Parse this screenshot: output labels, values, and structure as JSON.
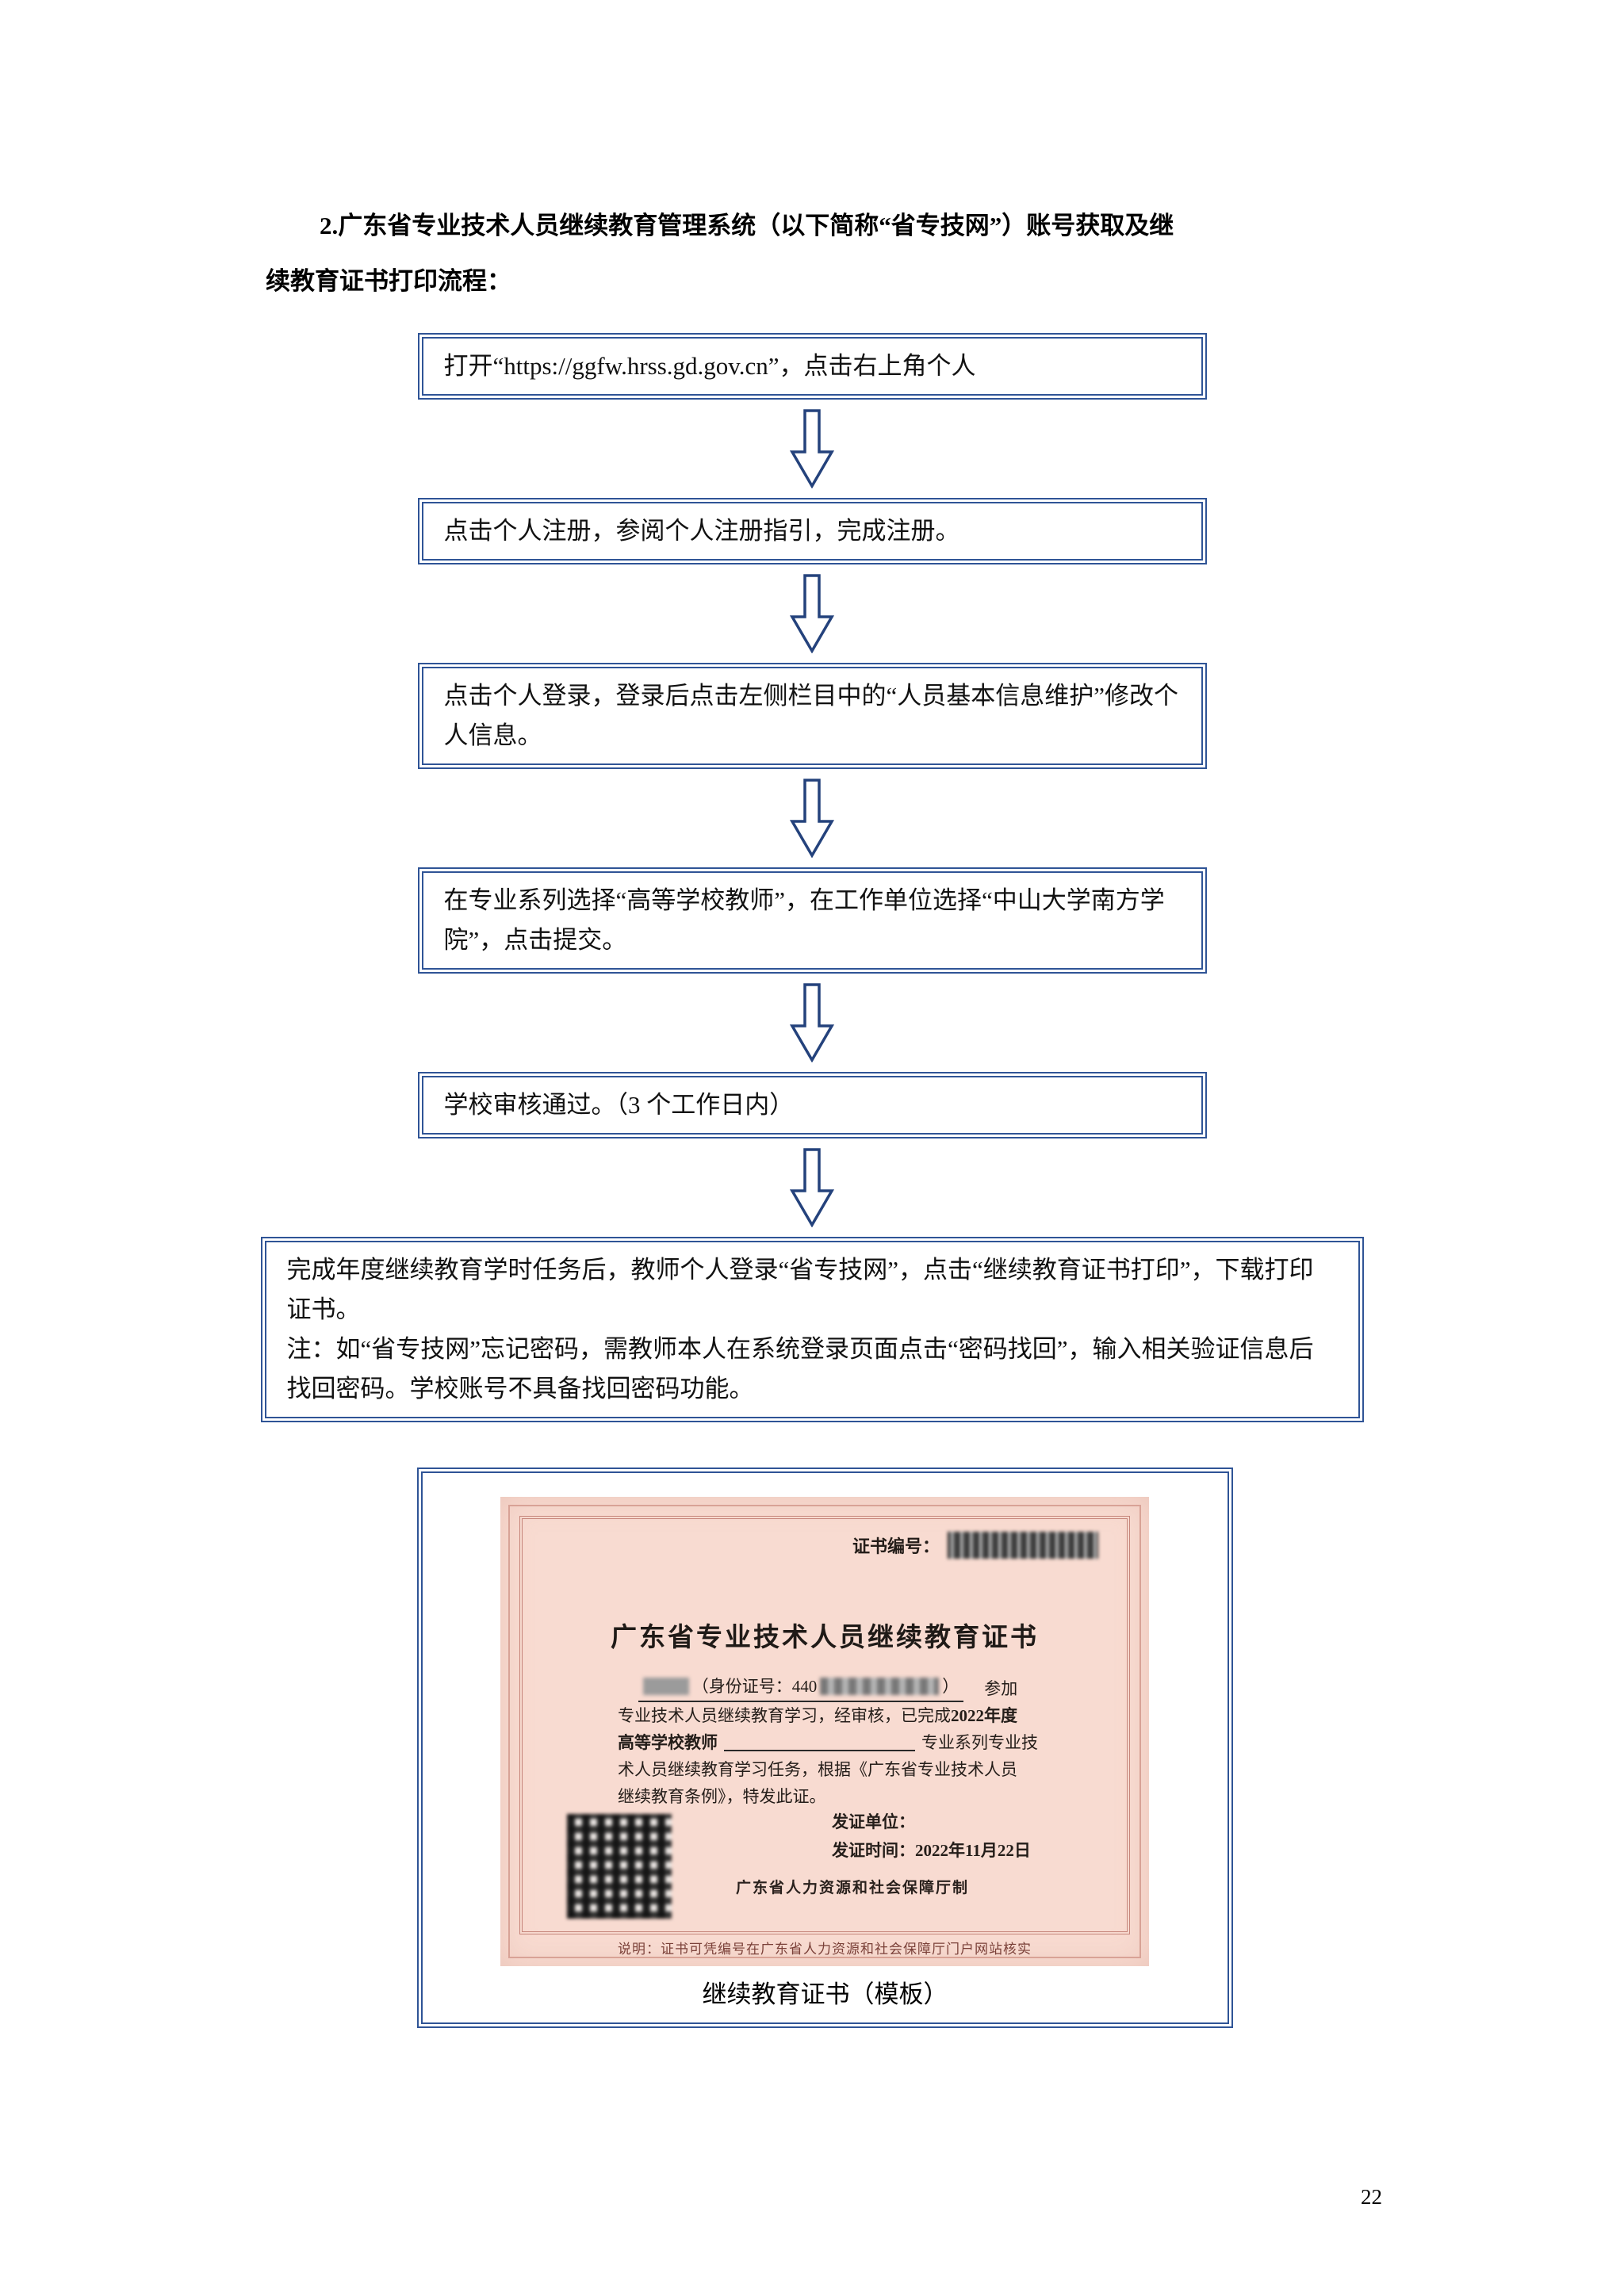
{
  "page": {
    "number": "22"
  },
  "heading": {
    "line1": "2.广东省专业技术人员继续教育管理系统（以下简称“省专技网”）账号获取及继",
    "line2": "续教育证书打印流程："
  },
  "flowchart": {
    "steps": [
      {
        "text": "打开“https://ggfw.hrss.gd.gov.cn”，点击右上角个人"
      },
      {
        "text": "点击个人注册，参阅个人注册指引，完成注册。"
      },
      {
        "text": "点击个人登录，登录后点击左侧栏目中的“人员基本信息维护”修改个人信息。"
      },
      {
        "text": "在专业系列选择“高等学校教师”，在工作单位选择“中山大学南方学院”，点击提交。"
      },
      {
        "text": "学校审核通过。（3 个工作日内）"
      },
      {
        "text": "完成年度继续教育学时任务后，教师个人登录“省专技网”，点击“继续教育证书打印”，下载打印证书。",
        "note": "注：如“省专技网”忘记密码，需教师本人在系统登录页面点击“密码找回”，输入相关验证信息后找回密码。学校账号不具备找回密码功能。"
      }
    ]
  },
  "certificate": {
    "caption": "继续教育证书（模板）",
    "number_label": "证书编号：",
    "title": "广东省专业技术人员继续教育证书",
    "id_prefix": "（身份证号：440",
    "id_suffix": "）",
    "join_word": "参加",
    "line2_normal": "专业技术人员继续教育学习，经审核，已完成",
    "line2_bold": "2022年度",
    "line3_major": "高等学校教师",
    "line3_rest": "专业系列专业技",
    "line4": "术人员继续教育学习任务，根据《广东省专业技术人员",
    "line5": "继续教育条例》，特发此证。",
    "issuer_label": "发证单位：",
    "date_label": "发证时间：",
    "date_value": "2022年11月22日",
    "maker": "广东省人力资源和社会保障厅制",
    "footnote": "说明：证书可凭编号在广东省人力资源和社会保障厅门户网站核实"
  }
}
